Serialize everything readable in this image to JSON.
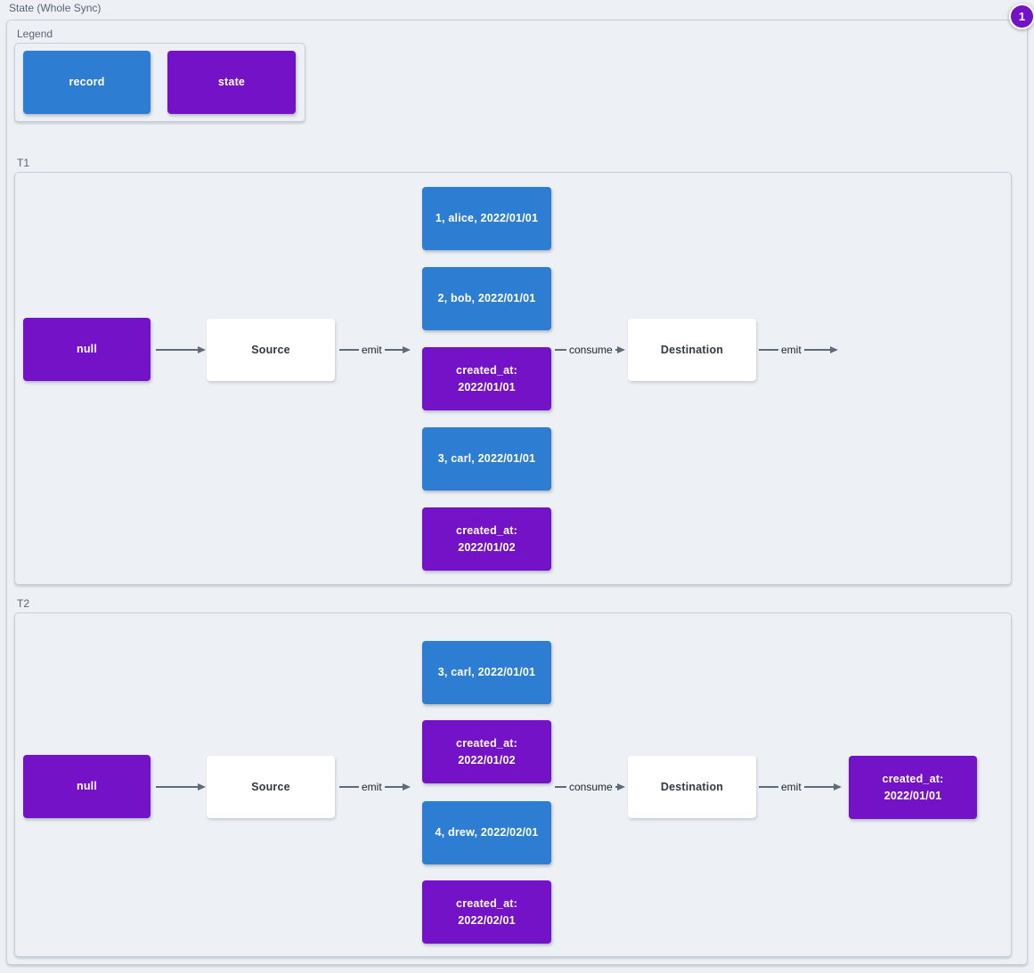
{
  "title": "State (Whole Sync)",
  "badge": {
    "value": "1"
  },
  "colors": {
    "background": "#edf0f4",
    "record_blue": "#2d7ed3",
    "state_purple": "#7412c8",
    "edge_gray": "#5f6b78"
  },
  "legend": {
    "label": "Legend",
    "record_label": "record",
    "state_label": "state"
  },
  "t1": {
    "label": "T1",
    "null_label": "null",
    "source_label": "Source",
    "destination_label": "Destination",
    "emit_label": "emit",
    "consume_label": "consume",
    "emit_out_label": "emit",
    "stack": [
      {
        "type": "record",
        "line1": "1, alice, 2022/01/01"
      },
      {
        "type": "record",
        "line1": "2, bob, 2022/01/01"
      },
      {
        "type": "state",
        "line1": "created_at:",
        "line2": "2022/01/01"
      },
      {
        "type": "record",
        "line1": "3, carl, 2022/01/01"
      },
      {
        "type": "state",
        "line1": "created_at:",
        "line2": "2022/01/02"
      }
    ]
  },
  "t2": {
    "label": "T2",
    "null_label": "null",
    "source_label": "Source",
    "destination_label": "Destination",
    "emit_label": "emit",
    "consume_label": "consume",
    "emit_out_label": "emit",
    "stack": [
      {
        "type": "record",
        "line1": "3, carl, 2022/01/01"
      },
      {
        "type": "state",
        "line1": "created_at:",
        "line2": "2022/01/02"
      },
      {
        "type": "record",
        "line1": "4, drew, 2022/02/01"
      },
      {
        "type": "state",
        "line1": "created_at:",
        "line2": "2022/02/01"
      }
    ],
    "output": {
      "type": "state",
      "line1": "created_at:",
      "line2": "2022/01/01"
    }
  }
}
